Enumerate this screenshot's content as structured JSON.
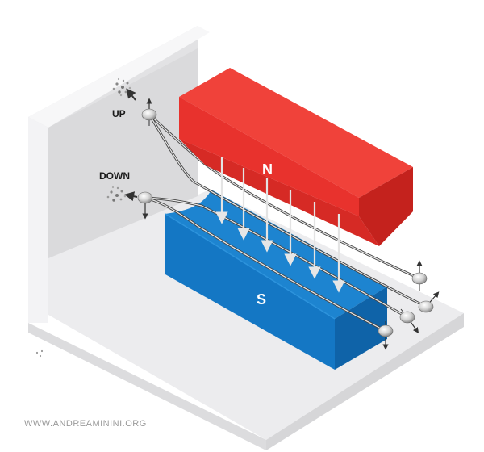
{
  "labels": {
    "up": "UP",
    "down": "DOWN",
    "north_pole": "N",
    "south_pole": "S"
  },
  "watermark": "WWW.ANDREAMININI.ORG",
  "colors": {
    "north_magnet": "#e8322d",
    "south_magnet": "#1477c4",
    "frame": "#e9e9eb",
    "field_arrow": "#d8d8d8",
    "beam": "#3a3a3a"
  }
}
